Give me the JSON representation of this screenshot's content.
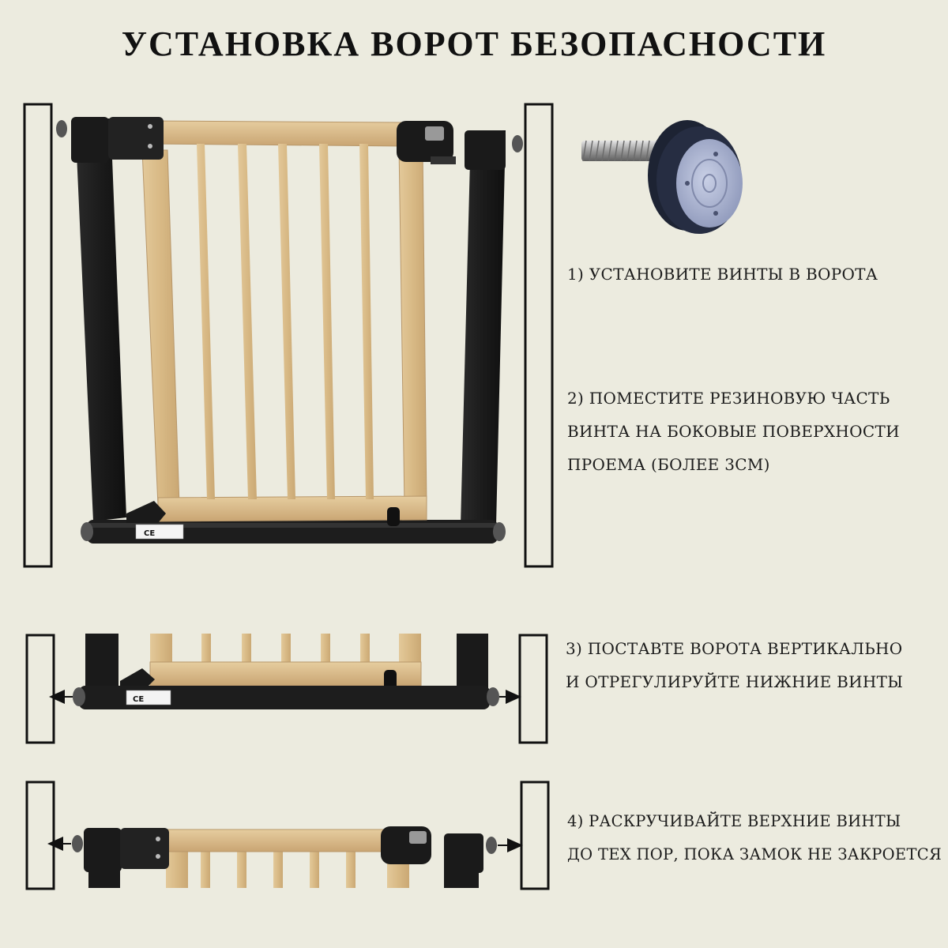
{
  "title": "УСТАНОВКА ВОРОТ БЕЗОПАСНОСТИ",
  "steps": [
    {
      "lines": [
        "1) УСТАНОВИТЕ ВИНТЫ В ВОРОТА"
      ]
    },
    {
      "lines": [
        "2) ПОМЕСТИТЕ РЕЗИНОВУЮ ЧАСТЬ",
        "ВИНТА НА БОКОВЫЕ ПОВЕРХНОСТИ",
        "ПРОЕМА (БОЛЕЕ 3СМ)"
      ]
    },
    {
      "lines": [
        "3) ПОСТАВТЕ ВОРОТА ВЕРТИКАЛЬНО",
        "И ОТРЕГУЛИРУЙТЕ НИЖНИЕ ВИНТЫ"
      ]
    },
    {
      "lines": [
        "4) РАСКРУЧИВАЙТЕ ВЕРХНИЕ ВИНТЫ",
        "ДО ТЕХ ПОР, ПОКА ЗАМОК НЕ ЗАКРОЕТСЯ"
      ]
    }
  ],
  "label": {
    "ce": "CE"
  },
  "colors": {
    "background": "#ecebdf",
    "frame": "#1f1f1f",
    "wood": "#d9bd8c",
    "wood_edge": "#b8976a",
    "knob": "#1d2333",
    "pad": "#aeb6d0"
  }
}
